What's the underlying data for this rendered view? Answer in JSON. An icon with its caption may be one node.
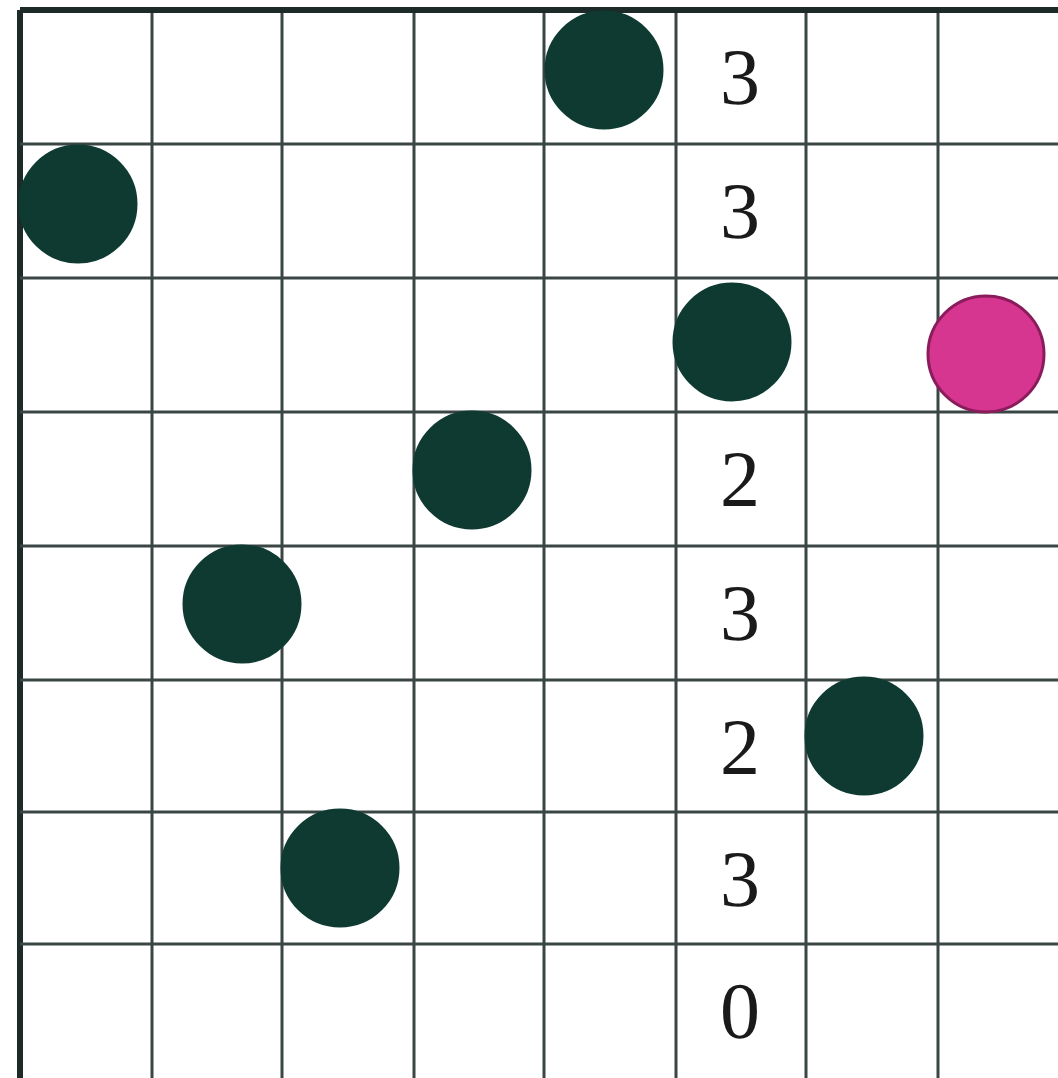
{
  "diagram": {
    "labels": [
      "3",
      "3",
      "2",
      "3",
      "2",
      "3",
      "0"
    ]
  }
}
